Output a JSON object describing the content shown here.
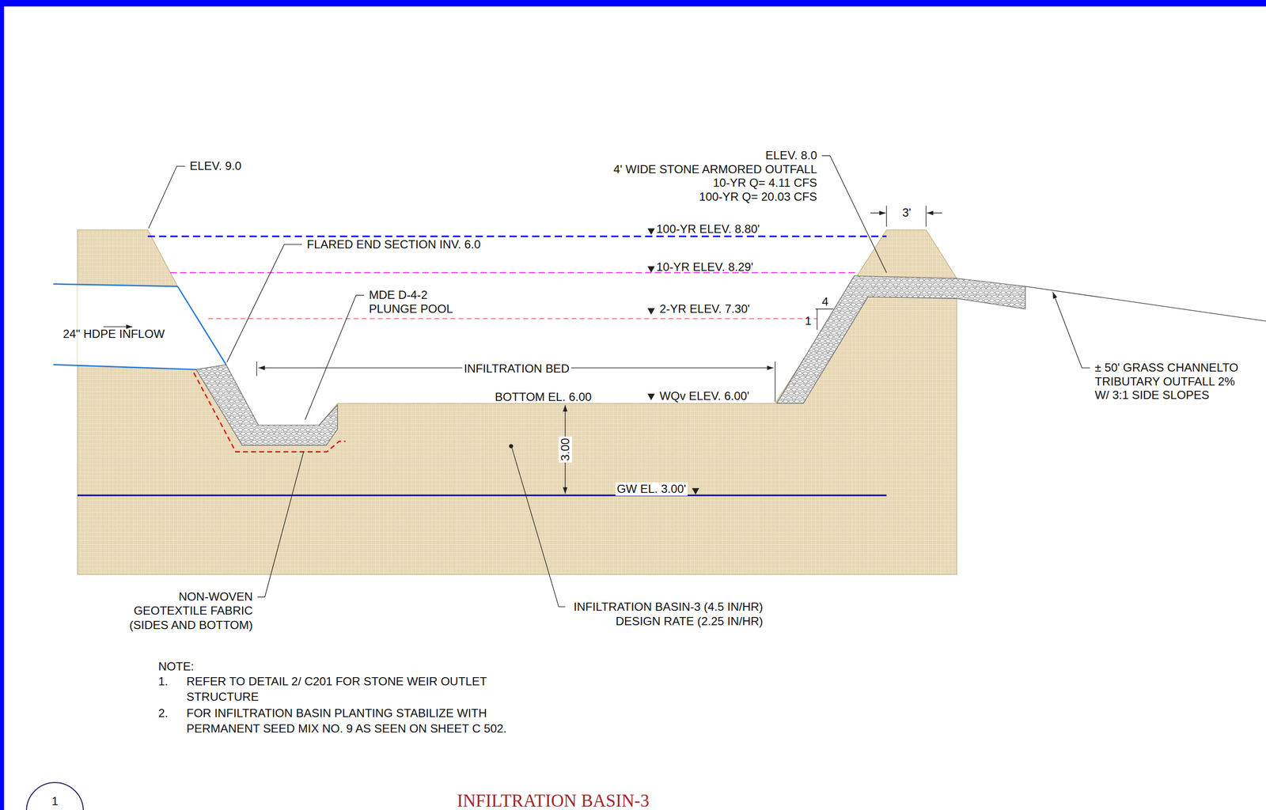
{
  "diagram": {
    "title": "INFILTRATION BASIN-3",
    "nodes": [
      {
        "text": [
          "1"
        ]
      }
    ],
    "labels": [
      "ELEV. 9.0",
      "FLARED END SECTION INV. 6.0",
      "MDE D-4-2",
      "PLUNGE POOL",
      "24\" HDPE INFLOW",
      "100-YR ELEV. 8.80'",
      "10-YR ELEV. 8.29'",
      "2-YR ELEV. 7.30'",
      "INFILTRATION BED",
      "BOTTOM EL. 6.00",
      "WQv ELEV. 6.00'",
      "3.00",
      "GW EL. 3.00'",
      "ELEV. 8.0",
      "4' WIDE STONE ARMORED OUTFALL",
      "10-YR Q= 4.11 CFS",
      "100-YR Q= 20.03 CFS",
      "3'",
      "4",
      "1",
      "± 50' GRASS CHANNELTO",
      "TRIBUTARY OUTFALL 2%",
      "W/ 3:1 SIDE SLOPES",
      "NON-WOVEN",
      "GEOTEXTILE FABRIC",
      "(SIDES AND BOTTOM)",
      "INFILTRATION BASIN-3 (4.5 IN/HR)",
      "DESIGN RATE (2.25 IN/HR)",
      "NOTE:",
      "1.",
      "REFER TO DETAIL 2/ C201 FOR STONE WEIR OUTLET",
      "STRUCTURE",
      "2.",
      "FOR INFILTRATION BASIN PLANTING STABILIZE WITH",
      "PERMANENT SEED MIX NO. 9 AS SEEN ON SHEET C 502."
    ]
  }
}
